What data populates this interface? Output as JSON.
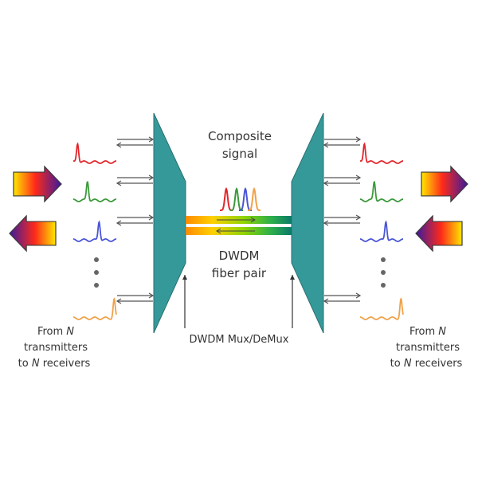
{
  "labels": {
    "composite_line1": "Composite",
    "composite_line2": "signal",
    "dwdm_line1": "DWDM",
    "dwdm_line2": "fiber pair",
    "mux_label": "DWDM Mux/DeMux",
    "left_note": {
      "line1_pre": "From ",
      "line1_var": "N",
      "line2": "transmitters",
      "line3_pre": "to ",
      "line3_var": "N",
      "line3_post": " receivers"
    },
    "right_note": {
      "line1_pre": "From ",
      "line1_var": "N",
      "line2": "transmitters",
      "line3_pre": "to ",
      "line3_var": "N",
      "line3_post": " receivers"
    }
  },
  "colors": {
    "mux_fill": "#35999a",
    "mux_stroke": "#2b6f70",
    "channel_red": "#e2262b",
    "channel_green": "#3a9a3a",
    "channel_blue": "#4a55d6",
    "channel_orange": "#f0a24a",
    "arrow_line": "#555555",
    "dots": "#666666"
  },
  "icons": {
    "big_arrows": "gradient-block-arrow-icon",
    "pulses": "spectral-pulse-icon"
  }
}
